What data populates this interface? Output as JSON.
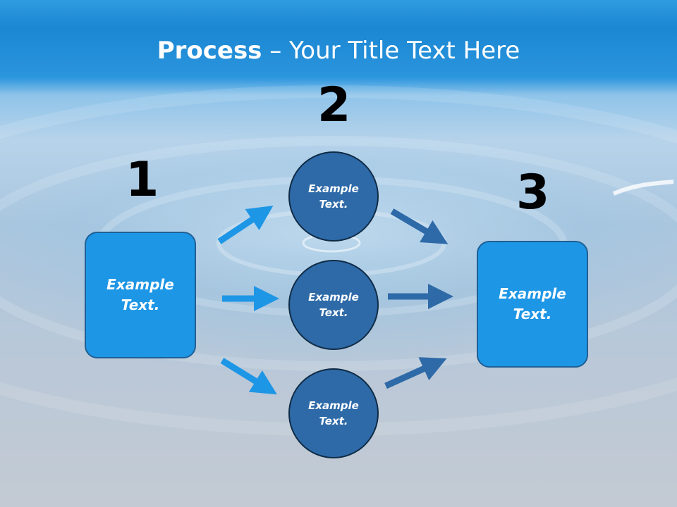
{
  "slide": {
    "title_bold": "Process",
    "title_rest": " – Your Title Text Here",
    "step_numbers": [
      "1",
      "2",
      "3"
    ],
    "left_box_text": "Example Text.",
    "circle_texts": [
      "Example Text.",
      "Example Text.",
      "Example Text."
    ],
    "right_box_text": "Example Text."
  },
  "colors": {
    "box_fill": "#1e96e6",
    "circle_fill": "#2e6aa8",
    "left_arrows": "#1e96e6",
    "right_arrows": "#2e6aa8"
  }
}
